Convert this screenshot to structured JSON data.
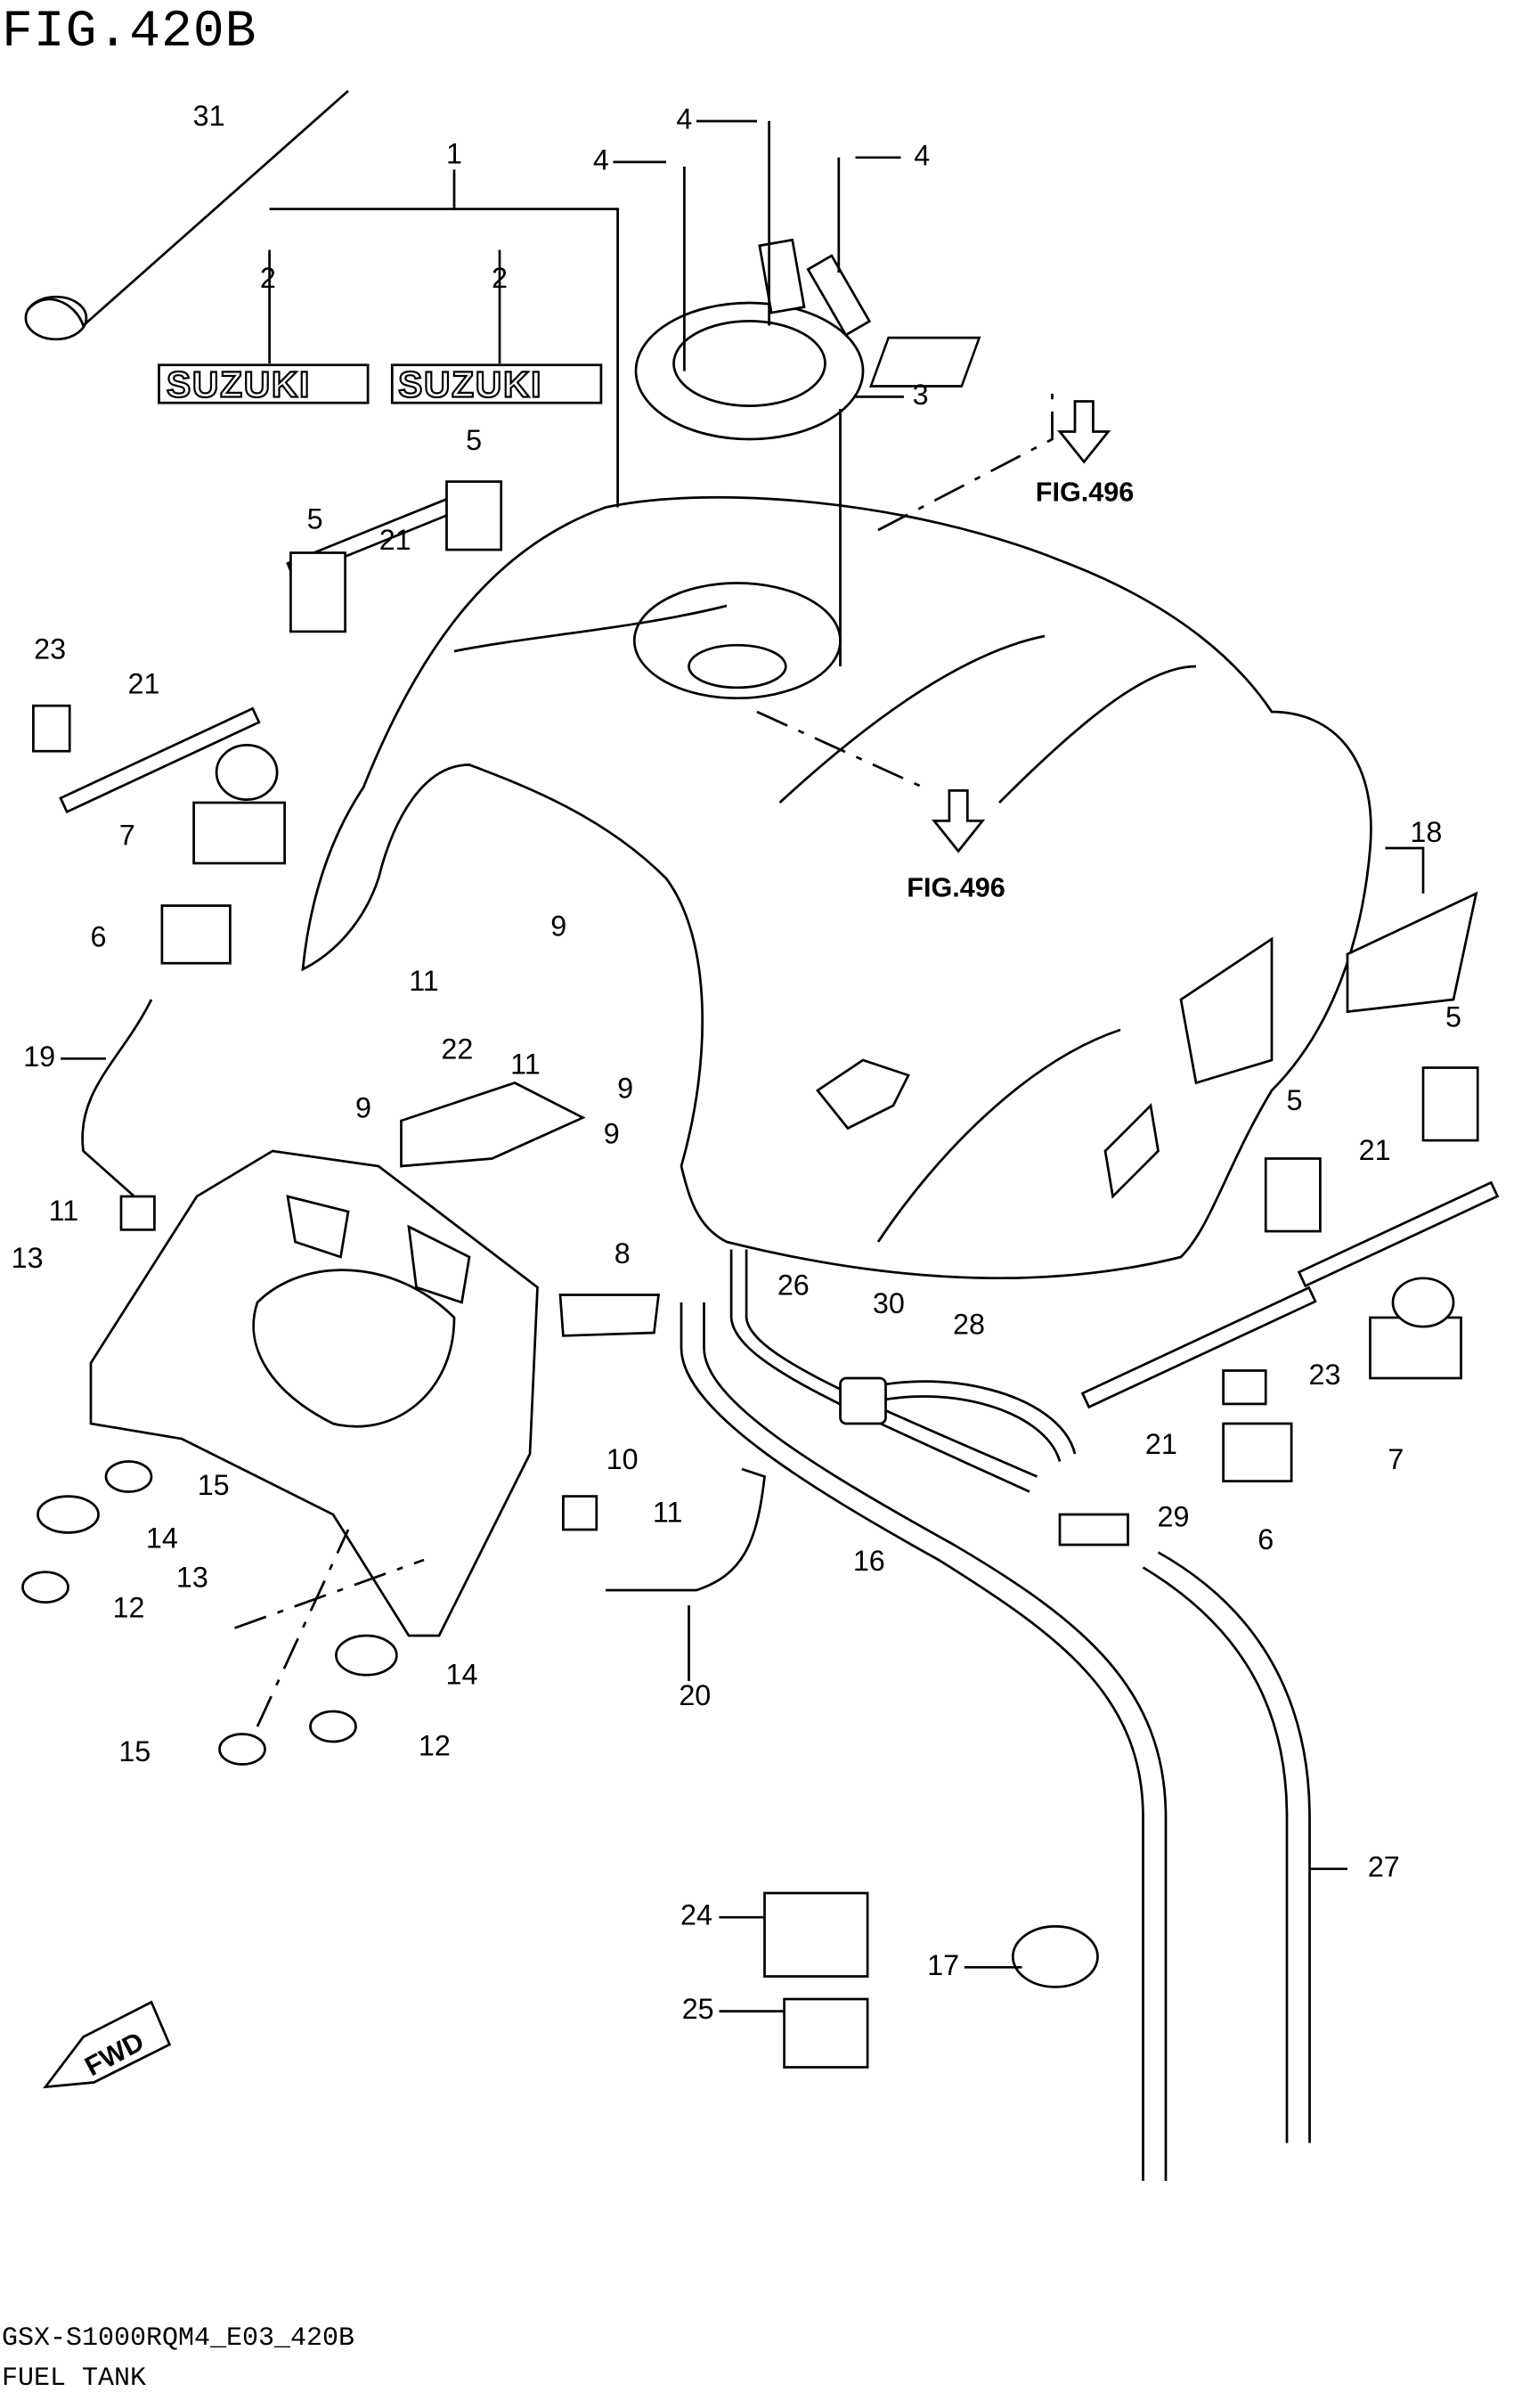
{
  "figure": {
    "title": "FIG.420B",
    "model_code": "GSX-S1000RQM4_E03_420B",
    "name": "FUEL TANK"
  },
  "references": [
    "FIG.496",
    "FIG.496"
  ],
  "logo_text": [
    "SUZUKI",
    "SUZUKI"
  ],
  "fwd_label": "FWD",
  "callouts": [
    "31",
    "1",
    "2",
    "2",
    "4",
    "4",
    "4",
    "3",
    "5",
    "5",
    "21",
    "23",
    "21",
    "7",
    "6",
    "18",
    "11",
    "9",
    "11",
    "9",
    "22",
    "9",
    "9",
    "19",
    "5",
    "5",
    "21",
    "11",
    "13",
    "8",
    "26",
    "30",
    "28",
    "23",
    "7",
    "21",
    "10",
    "11",
    "15",
    "14",
    "12",
    "13",
    "14",
    "15",
    "12",
    "16",
    "29",
    "6",
    "20",
    "27",
    "24",
    "17",
    "25"
  ]
}
